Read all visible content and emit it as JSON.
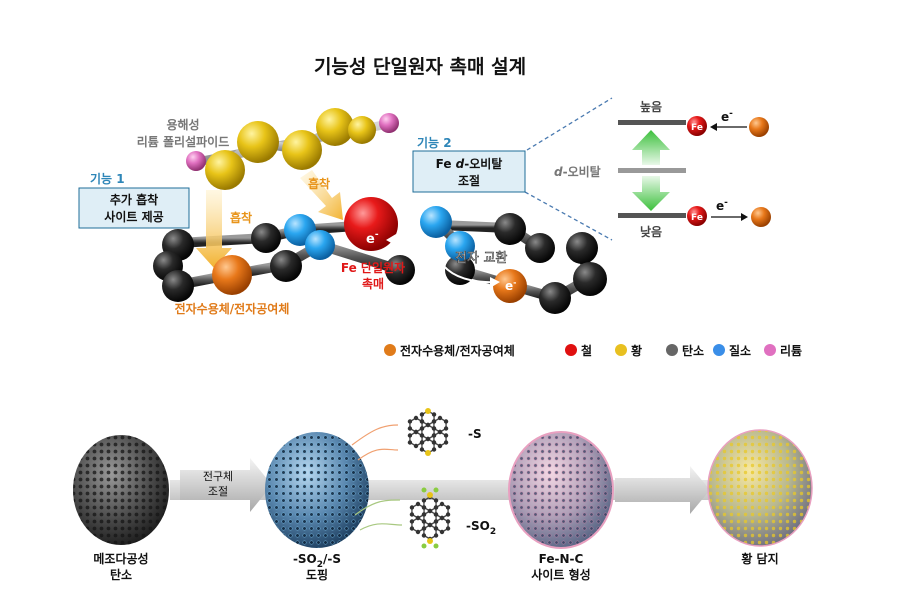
{
  "title": "기능성 단일원자 촉매 설계",
  "func1": {
    "tag": "기능 1",
    "line1": "추가 흡착",
    "line2": "사이트 제공"
  },
  "func2": {
    "tag": "기능 2",
    "line1_pre": "Fe ",
    "line1_italic": "d",
    "line1_post": "-오비탈",
    "line2": "조절"
  },
  "soluble": {
    "line1": "용해성",
    "line2": "리튬 폴리설파이드"
  },
  "adsorption": "흡착",
  "fe_label": {
    "line1": "Fe 단일원자",
    "line2": "촉매"
  },
  "electron_exchange": "전자 교환",
  "acceptor_label": "전자수용체/전자공여체",
  "electron": "e",
  "electron_sup": "-",
  "orbital": {
    "high": "높음",
    "low": "낮음",
    "d_italic": "d",
    "d_post": "-오비탈",
    "fe": "Fe"
  },
  "legend": [
    {
      "label": "전자수용체/전자공여체",
      "color": "#e07b1a"
    },
    {
      "label": "철",
      "color": "#e01010"
    },
    {
      "label": "황",
      "color": "#e8c020"
    },
    {
      "label": "탄소",
      "color": "#666666"
    },
    {
      "label": "질소",
      "color": "#3a8ee8"
    },
    {
      "label": "리튬",
      "color": "#e070c0"
    }
  ],
  "process": {
    "step1": {
      "line1": "메조다공성",
      "line2": "탄소"
    },
    "arrow1": {
      "line1": "전구체",
      "line2": "조절"
    },
    "step2": {
      "line1_a": "-SO",
      "line1_sub": "2",
      "line1_b": "/-S",
      "line2": "도핑"
    },
    "dopant_s": "-S",
    "dopant_so2_a": "-SO",
    "dopant_so2_sub": "2",
    "step3": {
      "line1": "Fe-N-C",
      "line2": "사이트 형성"
    },
    "step4": {
      "line1": "황 담지"
    }
  },
  "colors": {
    "func_box_bg": "#dfeef6",
    "func_box_border": "#1f6e98",
    "tag_blue": "#2e86b8",
    "fe_red": "#e01818",
    "acceptor_orange": "#e07b1a"
  }
}
